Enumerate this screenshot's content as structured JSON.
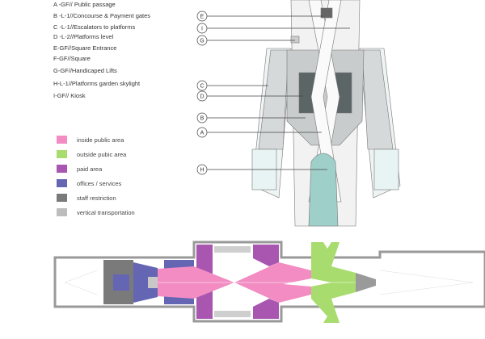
{
  "key_list": [
    "A -GF// Public passage",
    "B -L-1//Concourse & Payment gates",
    "C -L-1//Escalators to platforms",
    "D -L-2//Platforms level",
    "E-GF//Square Entrance",
    "F-GF//Square",
    "G-GF//Handicaped Lifts",
    "H-L-1//Platforms garden skylight",
    "I-GF// Kiosk"
  ],
  "legend": [
    {
      "label": "inside public area",
      "color": "#f28cc2"
    },
    {
      "label": "outside pubic area",
      "color": "#a8dc6e"
    },
    {
      "label": "paid area",
      "color": "#a856b0"
    },
    {
      "label": "offices / services",
      "color": "#6466b4"
    },
    {
      "label": "staff restriction",
      "color": "#7a7a7a"
    },
    {
      "label": "vertical transportation",
      "color": "#bdbdbd"
    }
  ],
  "callouts": [
    "E",
    "I",
    "G",
    "C",
    "D",
    "B",
    "A",
    "H"
  ]
}
